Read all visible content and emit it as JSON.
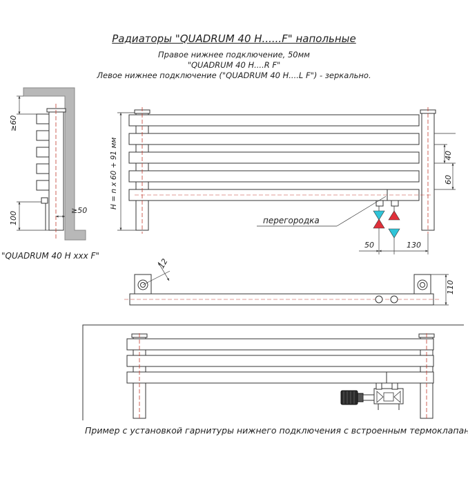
{
  "header": {
    "title": "Радиаторы \"QUADRUM 40 H......F\" напольные",
    "subtitle_1": "Правое нижнее подключение, 50мм",
    "subtitle_2": "\"QUADRUM 40 H....R F\"",
    "subtitle_3": "Левое нижнее подключение (\"QUADRUM 40 H....L F\") - зеркально."
  },
  "side_view": {
    "caption": "\"QUADRUM 40 H xxx F\"",
    "dim_top": "≥60",
    "dim_bottom": "100",
    "dim_wall": "≥50"
  },
  "front_view": {
    "height_formula": "H = n x 60 + 91 мм",
    "dim_bar": "40",
    "dim_pitch": "60",
    "partition_label": "перегородка",
    "dim_connection": "50",
    "dim_offset": "130"
  },
  "top_view": {
    "dim_angle": "12",
    "dim_depth": "110"
  },
  "example": {
    "caption": "Пример с установкой гарнитуры нижнего подключения с встроенным термоклапаном."
  },
  "colors": {
    "line": "#333333",
    "wall": "#b8b8b8",
    "axis": "#c0392b",
    "flow_red": "#e0303a",
    "flow_cyan": "#2fc4d8"
  }
}
